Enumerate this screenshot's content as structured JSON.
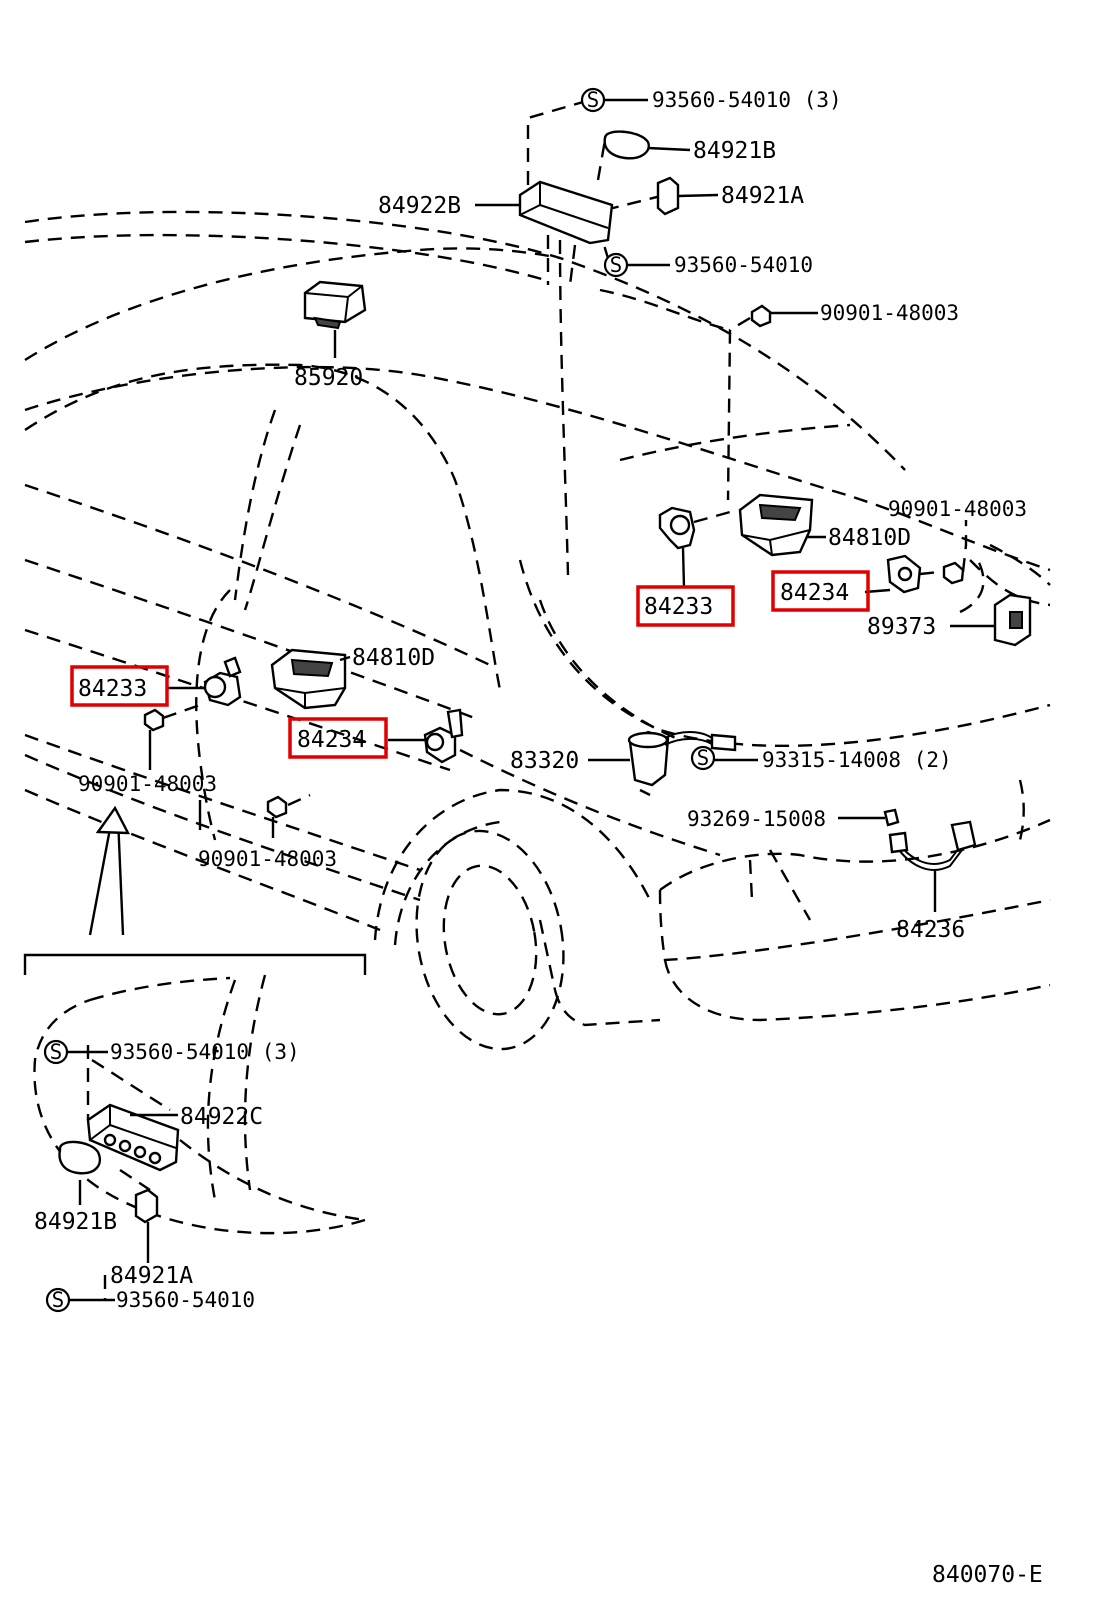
{
  "diagram_id": "840070-E",
  "screw_symbol": "S",
  "labels": {
    "p93560_54010_3_top": "93560-54010 (3)",
    "p84921B_top": "84921B",
    "p84921A_top": "84921A",
    "p84922B": "84922B",
    "p93560_54010_top": "93560-54010",
    "p90901_48003_a": "90901-48003",
    "p85920": "85920",
    "p90901_48003_b": "90901-48003",
    "p84810D_right": "84810D",
    "p84233_right": "84233",
    "p84234_right": "84234",
    "p89373": "89373",
    "p84810D_left": "84810D",
    "p84233_left": "84233",
    "p84234_left": "84234",
    "p83320": "83320",
    "p93315_14008": "93315-14008 (2)",
    "p90901_48003_c": "90901-48003",
    "p93269_15008": "93269-15008",
    "p90901_48003_d": "90901-48003",
    "p84236": "84236",
    "p93560_54010_3_inset": "93560-54010 (3)",
    "p84922C": "84922C",
    "p84921B_inset": "84921B",
    "p84921A_inset": "84921A",
    "p93560_54010_inset": "93560-54010"
  }
}
